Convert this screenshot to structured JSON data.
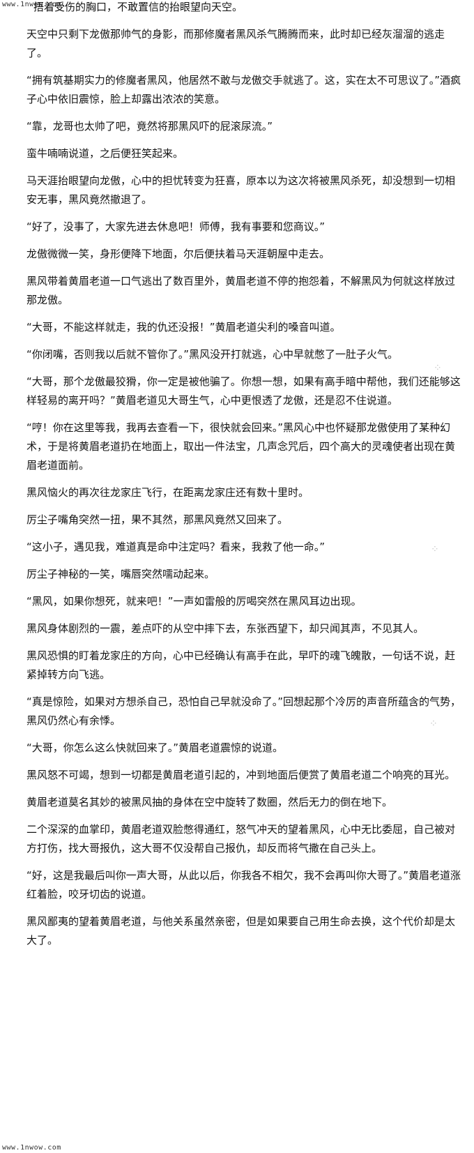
{
  "watermark": "www.1nwow.com",
  "paragraphs": [
    "捂着受伤的胸口，不敢置信的抬眼望向天空。",
    "天空中只剩下龙傲那帅气的身影，而那修魔者黑风杀气腾腾而来，此时却已经灰溜溜的逃走了。",
    "“拥有筑基期实力的修魔者黑风，他居然不敢与龙傲交手就逃了。这，实在太不可思议了。”酒疯子心中依旧震惊，脸上却露出浓浓的笑意。",
    "“靠，龙哥也太帅了吧，竟然将那黑风吓的屁滚尿流。”",
    "蛮牛喃喃说道，之后便狂笑起来。",
    "马天涯抬眼望向龙傲，心中的担忧转变为狂喜，原本以为这次将被黑风杀死，却没想到一切相安无事，黑风竟然撤退了。",
    "“好了，没事了，大家先进去休息吧！师傅，我有事要和您商议。”",
    "龙傲微微一笑，身形便降下地面，尔后便扶着马天涯朝屋中走去。",
    "黑风带着黄眉老道一口气逃出了数百里外，黄眉老道不停的抱怨着，不解黑风为何就这样放过那龙傲。",
    "“大哥，不能这样就走，我的仇还没报！”黄眉老道尖利的嗓音叫道。",
    "“你闭嘴，否则我以后就不管你了。”黑风没开打就逃，心中早就憋了一肚子火气。",
    "“大哥，那个龙傲最狡猾，你一定是被他骗了。你想一想，如果有高手暗中帮他，我们还能够这样轻易的离开吗？”黄眉老道见大哥生气，心中更恨透了龙傲，还是忍不住说道。",
    "“哼！你在这里等我，我再去查看一下，很快就会回来。”黑风心中也怀疑那龙傲使用了某种幻术，于是将黄眉老道扔在地面上，取出一件法宝，几声念咒后，四个高大的灵魂使者出现在黄眉老道面前。",
    "黑风恼火的再次往龙家庄飞行，在距离龙家庄还有数十里时。",
    "厉尘子嘴角突然一扭，果不其然，那黑风竟然又回来了。",
    "“这小子，遇见我，难道真是命中注定吗？看来，我救了他一命。”",
    "厉尘子神秘的一笑，嘴唇突然嚅动起来。",
    "“黑风，如果你想死，就来吧！”一声如雷般的厉喝突然在黑风耳边出现。",
    "黑风身体剧烈的一震，差点吓的从空中摔下去，东张西望下，却只闻其声，不见其人。",
    "黑风恐惧的盯着龙家庄的方向，心中已经确认有高手在此，早吓的魂飞魄散，一句话不说，赶紧掉转方向飞逃。",
    "“真是惊险，如果对方想杀自己，恐怕自己早就没命了。”回想起那个冷厉的声音所蕴含的气势，黑风仍然心有余悸。",
    "“大哥，你怎么这么快就回来了。”黄眉老道震惊的说道。",
    "黑风怒不可竭，想到一切都是黄眉老道引起的，冲到地面后便赏了黄眉老道二个响亮的耳光。",
    "黄眉老道莫名其妙的被黑风抽的身体在空中旋转了数圈，然后无力的倒在地下。",
    "二个深深的血掌印，黄眉老道双脸憋得通红，怒气冲天的望着黑风，心中无比委屈，自己被对方打伤，找大哥报仇，这大哥不仅没帮自己报仇，却反而将气撒在自己头上。",
    "“好，这是我最后叫你一声大哥，从此以后，你我各不相欠，我不会再叫你大哥了。”黄眉老道涨红着脸，咬牙切齿的说道。",
    "黑风鄙夷的望着黄眉老道，与他关系虽然亲密，但是如果要自己用生命去换，这个代价却是太大了。"
  ]
}
